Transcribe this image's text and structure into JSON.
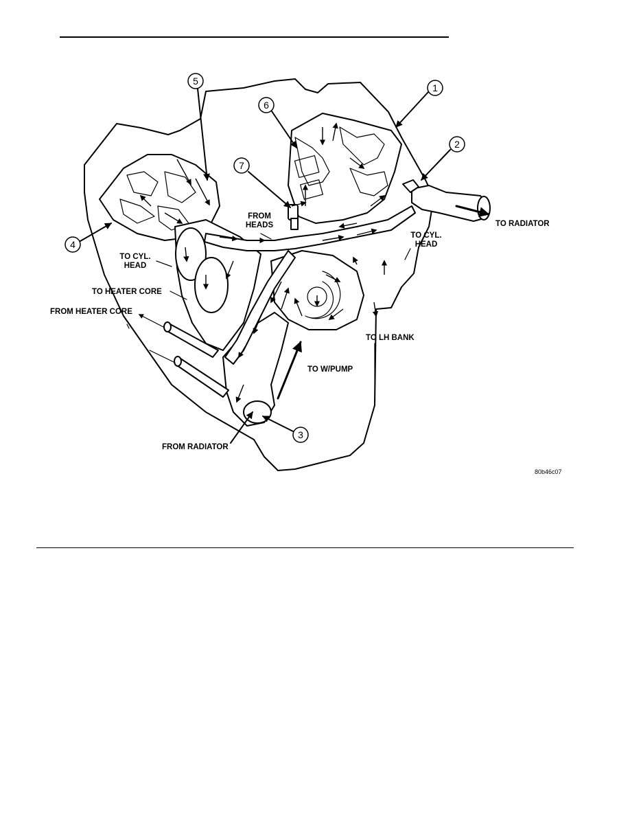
{
  "figure": {
    "figure_id": "80b46c07",
    "labels": {
      "from_heads": [
        "FROM",
        "HEADS"
      ],
      "to_radiator": "TO RADIATOR",
      "to_cyl_head_left": [
        "TO CYL.",
        "HEAD"
      ],
      "to_cyl_head_right": [
        "TO CYL.",
        "HEAD"
      ],
      "to_heater_core": "TO HEATER CORE",
      "from_heater_core": "FROM HEATER CORE",
      "to_lh_bank": "TO LH BANK",
      "to_w_pump": "TO W/PUMP",
      "from_radiator": "FROM RADIATOR"
    },
    "callouts": [
      "1",
      "2",
      "3",
      "4",
      "5",
      "6",
      "7"
    ]
  }
}
